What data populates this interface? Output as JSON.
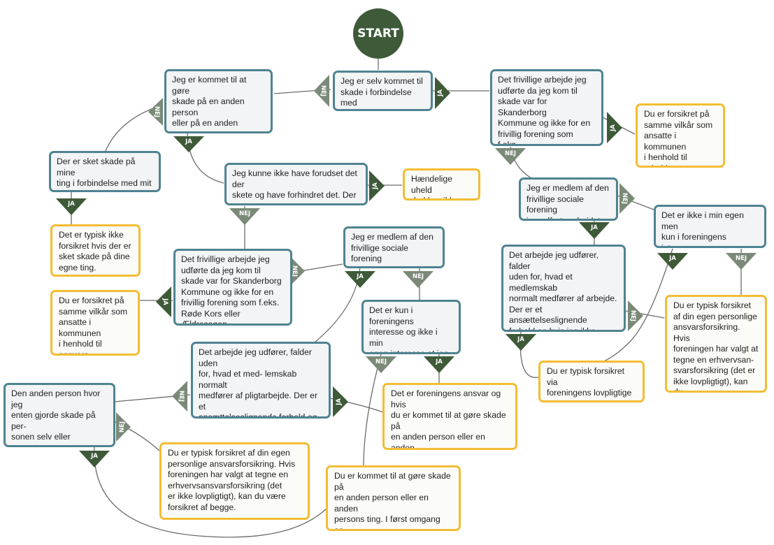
{
  "start_label": "START",
  "colors": {
    "question_border": "#4f8391",
    "answer_border": "#f3bd33",
    "ja": "#3e5a38",
    "nej": "#7b8a78",
    "line": "#6b6b6b"
  },
  "labels": {
    "ja": "JA",
    "nej": "NEJ"
  },
  "nodes": [
    {
      "id": "n1",
      "type": "question",
      "text": "Jeg er selv kommet til\nskade i forbindelse med\nmit frivillige arbejde."
    },
    {
      "id": "n2",
      "type": "question",
      "text": "Jeg er kommet til at gøre\nskade på en anden person\neller på en anden persons\nting i forbindelse med mit\nfrivillige arbejde."
    },
    {
      "id": "n3",
      "type": "question",
      "text": "Det frivillige arbejde jeg\nudførte da jeg kom til\nskade var for Skanderborg\nKommune og ikke for en\nfrivillig forening som f.eks.\nRøde Kors eller Ældresagen."
    },
    {
      "id": "n4",
      "type": "answer",
      "text": "Du er forsikret på\nsamme vilkår som\nansatte i kommunen\ni henhold til arbejds-\nskadeloven."
    },
    {
      "id": "n5",
      "type": "question",
      "text": "Der er sket skade på mine\nting i forbindelse med mit\nfrivillige arbejde."
    },
    {
      "id": "n6",
      "type": "answer",
      "text": "Det er typisk ikke\nforsikret hvis der er\nsket skade på dine\negne ting."
    },
    {
      "id": "n7",
      "type": "question",
      "text": "Jeg kunne ikke have forudset det der\nskete og have forhindret det. Der var\ntale om et hændeligt uheld."
    },
    {
      "id": "n8",
      "type": "answer",
      "text": "Hændelige uheld\ndækkes ikke."
    },
    {
      "id": "n9",
      "type": "question",
      "text": "Jeg er medlem af den\nfrivillige sociale forening\njeg udførte arbejdet for."
    },
    {
      "id": "n10",
      "type": "question",
      "text": "Det er ikke i min egen men\nkun i foreningens interesse,\nat jeg udfører arbejdet."
    },
    {
      "id": "n11",
      "type": "question",
      "text": "Det arbejde jeg udfører, falder\nuden for, hvad et medlemskab\nnormalt medfører af arbejde.\nDer er et ansættelseslignende\nforhold og hvis jeg ikke udfører\narbejdet er det nødvendigt en\nanden gør det."
    },
    {
      "id": "n12",
      "type": "answer",
      "text": "Du er typisk forsikret\naf din egen personlige\nansvarsforsikring. Hvis\nforeningen har valgt at\ntegne en erhvervsan-\nsvarsforsikring (det er\nikke lovpligtigt), kan du\nvære forsikret af begge."
    },
    {
      "id": "n13",
      "type": "answer",
      "text": "Du er typisk forsikret via\nforeningens lovpligtige\narbejdsskadeforening."
    },
    {
      "id": "n14",
      "type": "question",
      "text": "Det frivillige arbejde jeg\nudførte da jeg kom til\nskade var for Skanderborg\nKommune og ikke for en\nfrivillig forening som f.eks.\nRøde Kors eller Ældresagen."
    },
    {
      "id": "n15",
      "type": "answer",
      "text": "Du er forsikret på\nsamme vilkår som\nansatte i kommunen\ni henhold til ansvars-\nskadeloven."
    },
    {
      "id": "n16",
      "type": "question",
      "text": "Jeg er medlem af den\nfrivillige sociale forening\njeg udførte arbejdet for."
    },
    {
      "id": "n17",
      "type": "question",
      "text": "Det er kun i foreningens\ninteresse og ikke i min\negen interesse at jeg\nudfører arbejdet."
    },
    {
      "id": "n18",
      "type": "question",
      "text": "Det arbejde jeg udfører, falder uden\nfor, hvad et med- lemskab normalt\nmedfører af pligtarbejde. Der er et\nansættelseslignende forhold og\nhvis jeg ikke udfører arbejdet er\ndet nødvendigt en anden gør det."
    },
    {
      "id": "n19",
      "type": "question",
      "text": "Den anden person hvor jeg\nenten gjorde skade på per-\nsonen selv eller personens\nting har selv en forsikring,\nder kan benyttes."
    },
    {
      "id": "n20",
      "type": "answer",
      "text": "Det er foreningens ansvar og hvis\ndu er kommet til at gøre skade på\nen anden person eller en anden\nperson ting er det foreningens\nforsikring der skal gøres brug af."
    },
    {
      "id": "n21",
      "type": "answer",
      "text": "Du er typisk forsikret af din egen\npersonlige ansvarsforsikring. Hvis\nforeningen har valgt at tegne en\nerhvervsansvarsforsikring (det\ner ikke lovpligtigt), kan du være\nforsikret af begge."
    },
    {
      "id": "n22",
      "type": "answer",
      "text": "Du er kommet til at gøre skade på\nen anden person eller en anden\npersons ting. I først omgang an-\nmeldes skaden til denne persons\nforsikringsselskab."
    }
  ],
  "edges": [
    {
      "label": "JA",
      "from": "n1",
      "to": "n3"
    },
    {
      "label": "NEJ",
      "from": "n1",
      "to": "n2"
    },
    {
      "label": "NEJ",
      "from": "n2",
      "to": "n5"
    },
    {
      "label": "JA",
      "from": "n2",
      "to": "n7"
    },
    {
      "label": "JA",
      "from": "n3",
      "to": "n4"
    },
    {
      "label": "NEJ",
      "from": "n3",
      "to": "n9"
    },
    {
      "label": "JA",
      "from": "n5",
      "to": "n6"
    },
    {
      "label": "JA",
      "from": "n7",
      "to": "n8"
    },
    {
      "label": "NEJ",
      "from": "n7",
      "to": "n14"
    },
    {
      "label": "NEJ",
      "from": "n9",
      "to": "n10"
    },
    {
      "label": "JA",
      "from": "n9",
      "to": "n11"
    },
    {
      "label": "JA",
      "from": "n10",
      "to": "n13"
    },
    {
      "label": "NEJ",
      "from": "n10",
      "to": "n12"
    },
    {
      "label": "JA",
      "from": "n11",
      "to": "n13"
    },
    {
      "label": "NEJ",
      "from": "n11",
      "to": "n12"
    },
    {
      "label": "JA",
      "from": "n14",
      "to": "n15"
    },
    {
      "label": "NEJ",
      "from": "n14",
      "to": "n16"
    },
    {
      "label": "JA",
      "from": "n16",
      "to": "n18"
    },
    {
      "label": "NEJ",
      "from": "n16",
      "to": "n17"
    },
    {
      "label": "NEJ",
      "from": "n17",
      "to": "n22"
    },
    {
      "label": "JA",
      "from": "n17",
      "to": "n20"
    },
    {
      "label": "NEJ",
      "from": "n18",
      "to": "n19"
    },
    {
      "label": "JA",
      "from": "n18",
      "to": "n20"
    },
    {
      "label": "NEJ",
      "from": "n19",
      "to": "n21"
    },
    {
      "label": "JA",
      "from": "n19",
      "to": "n22"
    }
  ]
}
